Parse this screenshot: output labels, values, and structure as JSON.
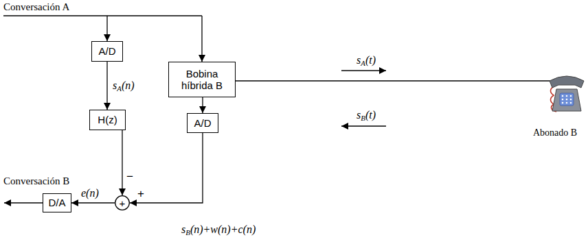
{
  "diagram": {
    "nodes": [
      {
        "text": [
          "A/D"
        ]
      },
      {
        "text": [
          "H(z)"
        ]
      },
      {
        "text": [
          "Bobina híbrida B"
        ]
      },
      {
        "text": [
          "A/D"
        ]
      },
      {
        "text": [
          "D/A"
        ]
      },
      {
        "text": [
          "+"
        ]
      }
    ],
    "edges": [
      {
        "from": 0,
        "to": 1,
        "arrow": "to",
        "label": "sA(n)"
      },
      {
        "from": 1,
        "to": 5,
        "arrow": "to"
      },
      {
        "from": 2,
        "to": 3,
        "arrow": "to"
      },
      {
        "from": 3,
        "to": 5,
        "arrow": "to",
        "label": "sB(n)+w(n)+c(n)"
      },
      {
        "from": 5,
        "to": 4,
        "arrow": "to",
        "label": "e(n)"
      }
    ],
    "labels": [
      "Conversación A",
      "Conversación B",
      "−",
      "+",
      "sA(t)",
      "sB(t)",
      "Abonado B"
    ]
  }
}
